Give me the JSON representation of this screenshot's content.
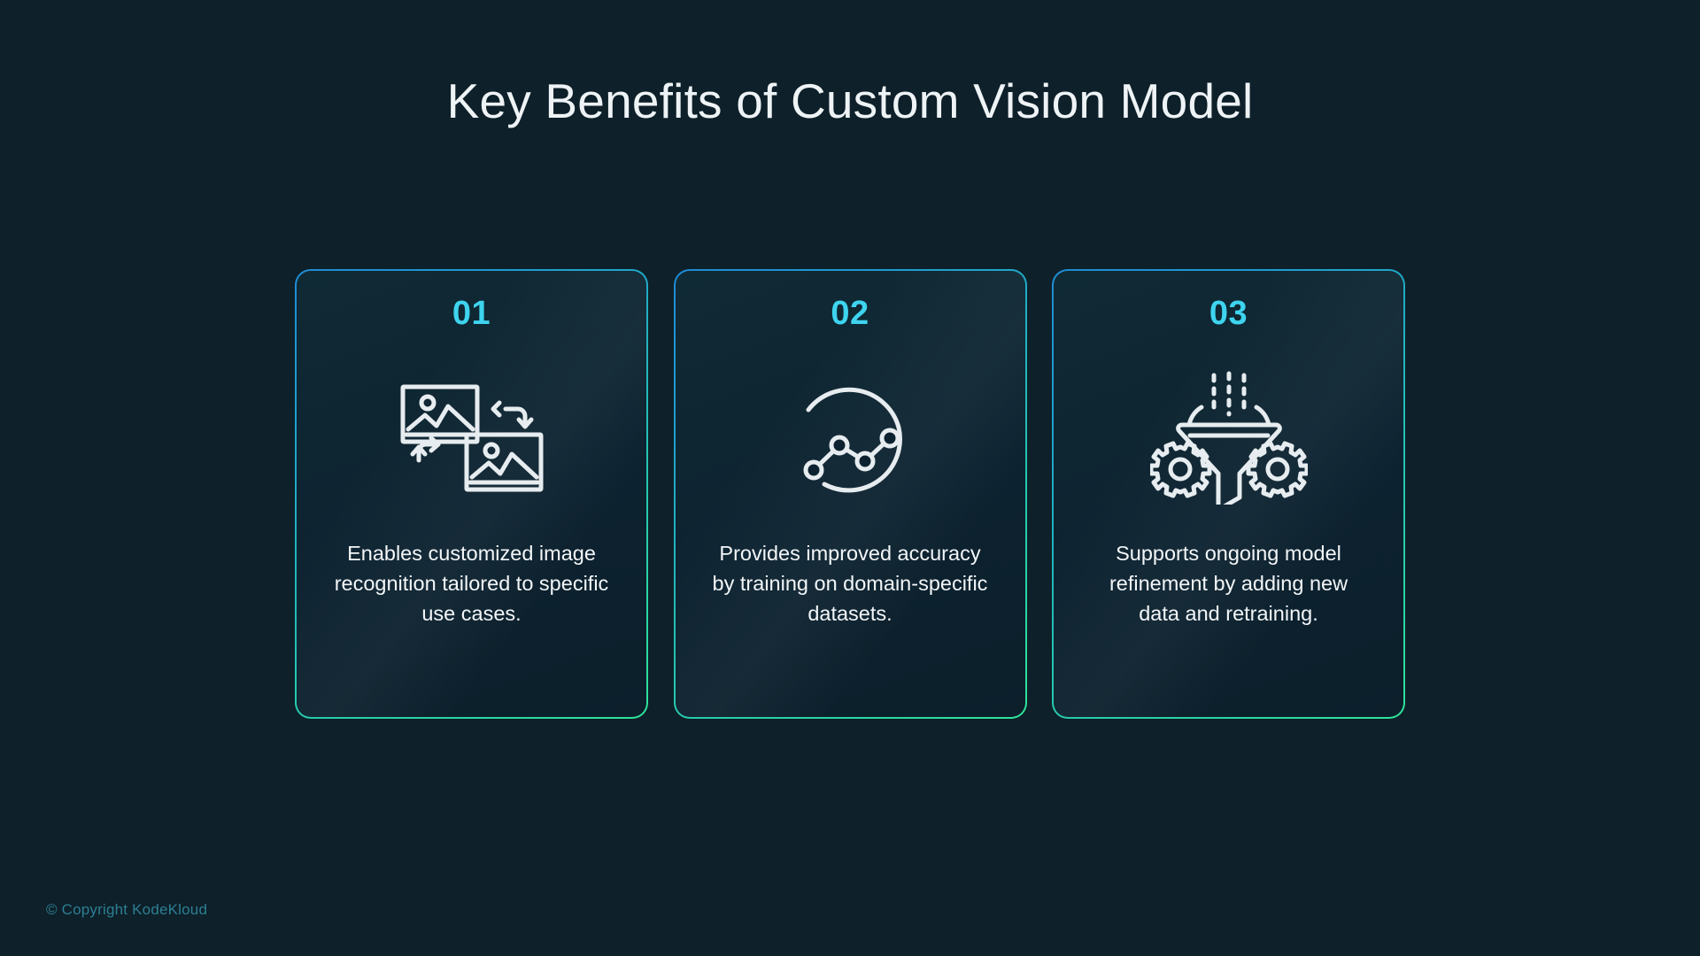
{
  "slide": {
    "title": "Key Benefits of Custom Vision Model",
    "background_color": "#0e2029",
    "title_color": "#eef3f6",
    "accent_number_color": "#3ed4ef",
    "border_gradient_from": "#1f8bd4",
    "border_gradient_to": "#2fe39a"
  },
  "cards": [
    {
      "number": "01",
      "icon": "image-swap-icon",
      "text": "Enables customized image recognition tailored to specific use cases."
    },
    {
      "number": "02",
      "icon": "accuracy-line-chart-circle-icon",
      "text": "Provides improved accuracy by training on domain-specific datasets."
    },
    {
      "number": "03",
      "icon": "data-funnel-gears-icon",
      "text": "Supports ongoing model refinement by adding new data and retraining."
    }
  ],
  "footer": {
    "copyright": "© Copyright KodeKloud",
    "color": "#2c7f94"
  }
}
